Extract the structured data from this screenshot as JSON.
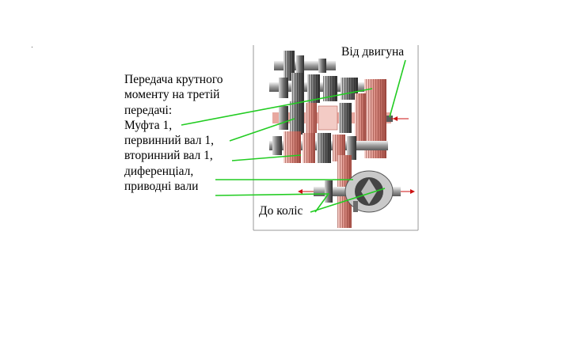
{
  "diagram": {
    "caption_lines": [
      "Передача крутного",
      "моменту на третій",
      "передачі:",
      "Муфта 1,",
      "первинний вал 1,",
      "вторинний вал 1,",
      "диференціал,",
      "приводні вали"
    ],
    "label_from_engine": "Від двигуна",
    "label_to_wheels": "До коліс",
    "colors": {
      "leader_lines": "#22cc22",
      "torque_path": "#e8a8a0",
      "torque_path_dark": "#b85a50",
      "gear_metal": "#8a8a8a",
      "gear_dark": "#3a3a3a",
      "arrow": "#cc1111",
      "frame": "#999999"
    }
  }
}
